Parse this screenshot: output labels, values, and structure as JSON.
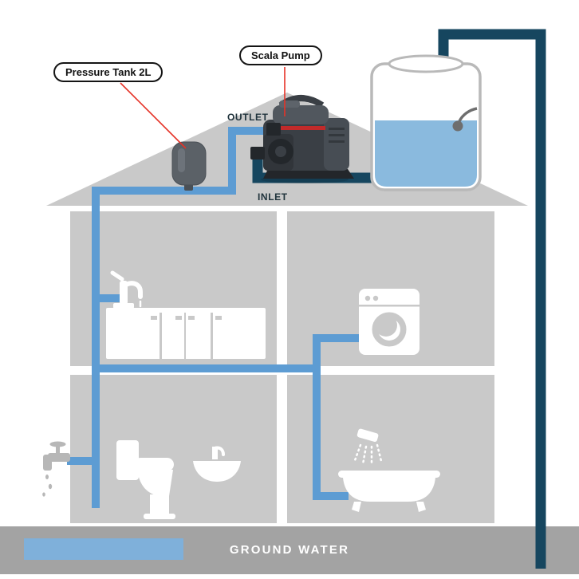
{
  "callouts": {
    "pressure_tank": "Pressure Tank 2L",
    "scala_pump": "Scala Pump"
  },
  "ports": {
    "outlet": "OUTLET",
    "inlet": "INLET"
  },
  "footer": {
    "ground_water": "GROUND WATER"
  },
  "colors": {
    "house_gray": "#c9c9c9",
    "ground_band_gray": "#a3a3a3",
    "ground_water_blue": "#7fb0da",
    "supply_pipe_dark_navy": "#16465f",
    "distribution_pipe_light_blue": "#5d9cd3",
    "tank_water_blue": "#8abade",
    "fixture_white": "#ffffff",
    "pressure_tank_gray": "#5b6167",
    "callout_border_black": "#141414",
    "leader_line_red": "#e63227"
  },
  "icons": [
    "roof",
    "water-storage-tank",
    "tank-float",
    "scala-pump",
    "pressure-tank",
    "kitchen-faucet",
    "kitchen-cabinets",
    "washing-machine",
    "toilet",
    "bathroom-sink",
    "bathtub",
    "shower-head",
    "outdoor-faucet",
    "ground-water-band"
  ]
}
